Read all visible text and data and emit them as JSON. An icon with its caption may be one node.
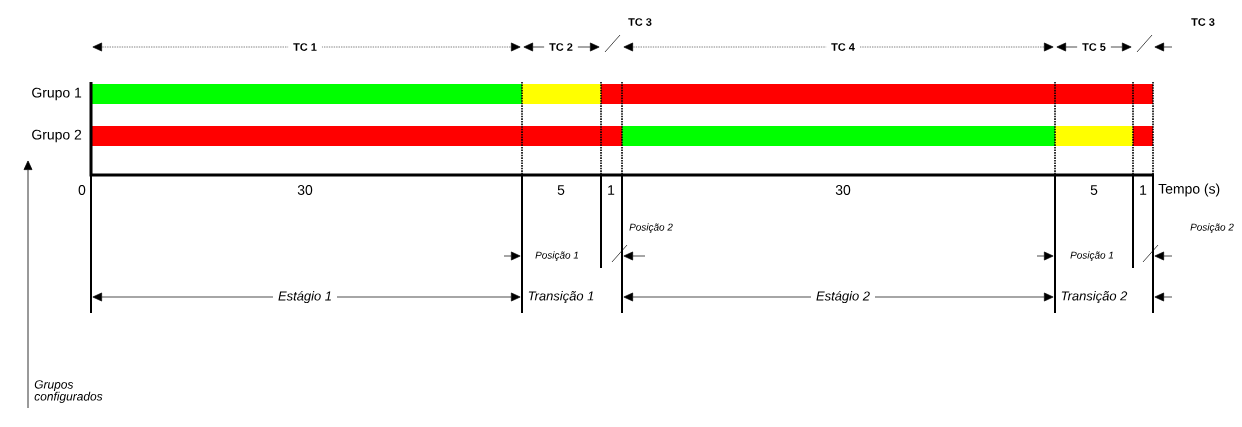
{
  "diagram": {
    "labels": [
      "TC 1",
      "TC 2",
      "TC 3",
      "TC 4",
      "TC 5",
      "TC 3",
      "Grupo 1",
      "Grupo 2",
      "0",
      "30",
      "5",
      "1",
      "30",
      "5",
      "1",
      "Tempo (s)",
      "Posição 2",
      "Posição 2",
      "Posição 1",
      "Posição 1",
      "Estágio 1",
      "Transição 1",
      "Estágio 2",
      "Transição 2",
      "Grupos configurados"
    ]
  }
}
